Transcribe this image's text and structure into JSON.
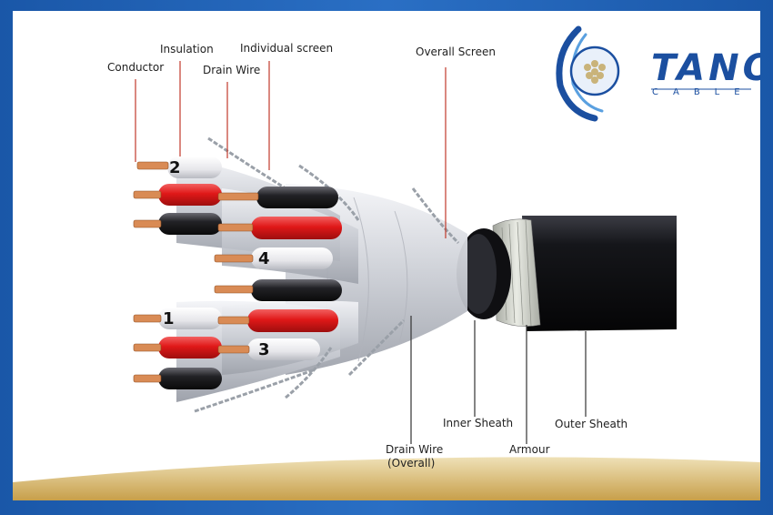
{
  "brand": {
    "name": "TANO",
    "sub": "CABLE",
    "color": "#1b4fa0"
  },
  "labels": {
    "conductor": "Conductor",
    "insulation": "Insulation",
    "drain_wire": "Drain Wire",
    "individual_screen": "Individual screen",
    "overall_screen": "Overall Screen",
    "inner_sheath": "Inner Sheath",
    "outer_sheath": "Outer Sheath",
    "armour": "Armour",
    "drain_wire_overall_1": "Drain Wire",
    "drain_wire_overall_2": "(Overall)"
  },
  "pair_numbers": {
    "p1": "1",
    "p2": "2",
    "p3": "3",
    "p4": "4"
  },
  "colors": {
    "red": "#e02020",
    "black": "#1c1c1c",
    "copper": "#d98b55",
    "sheath": "#0e0e10",
    "frame": "#1f63b8",
    "gold": "#d9b86a"
  }
}
